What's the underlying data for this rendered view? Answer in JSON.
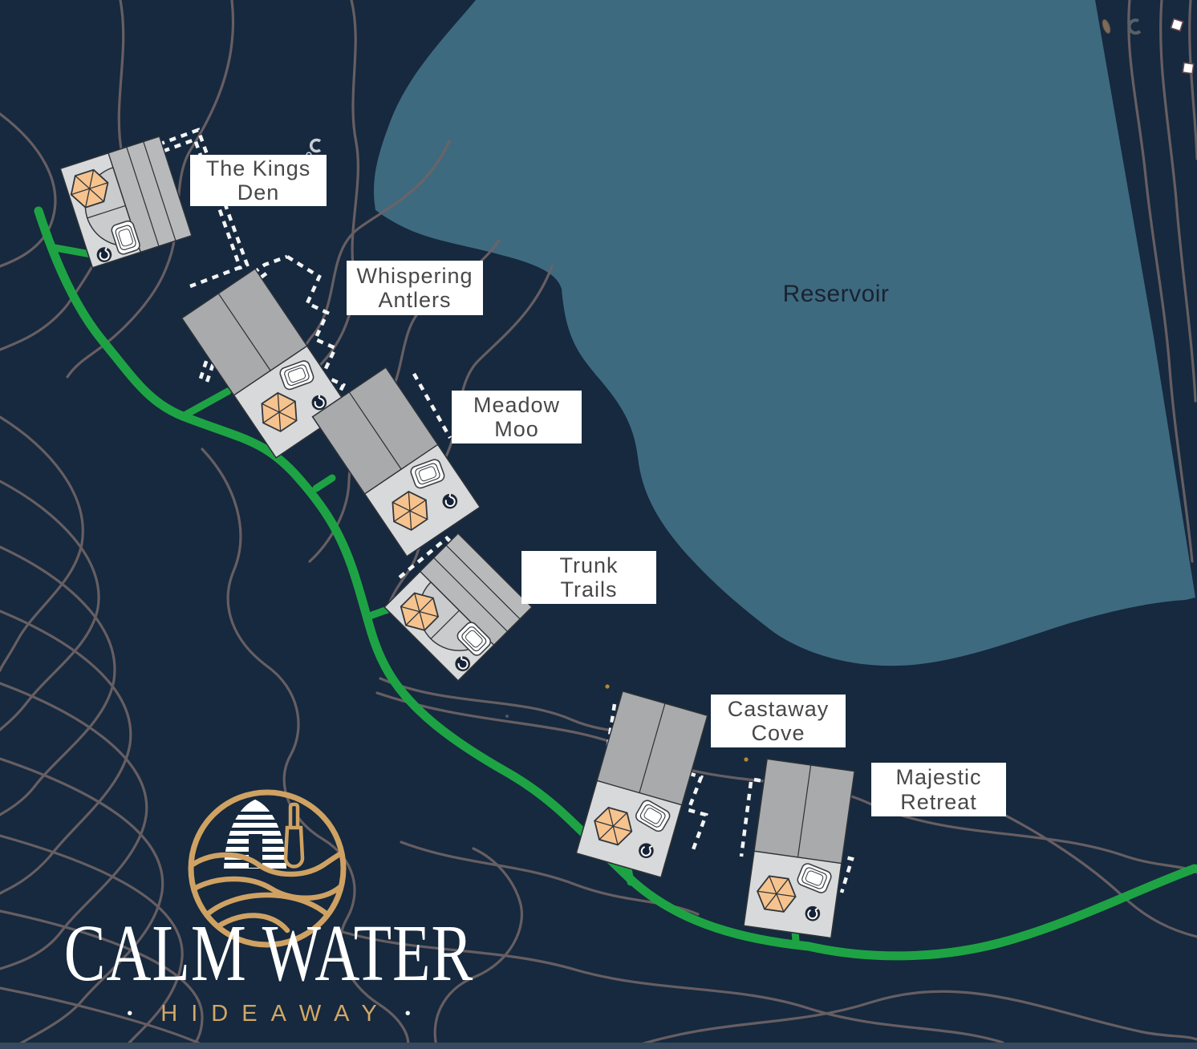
{
  "page": {
    "background_color": "#16293e",
    "water_color": "#3e6a80",
    "contour_color": "#6e6366",
    "road_color": "#1ea344",
    "gold_color": "#cfa263",
    "umbrella_color": "#f6c38e",
    "label_box_color": "#ffffff",
    "label_text_color": "#484848"
  },
  "labels": {
    "reservoir": "Reservoir"
  },
  "cabins": [
    {
      "name": "The Kings Den",
      "line1": "The Kings",
      "line2": "Den"
    },
    {
      "name": "Whispering Antlers",
      "line1": "Whispering",
      "line2": "Antlers"
    },
    {
      "name": "Meadow Moo",
      "line1": "Meadow",
      "line2": "Moo"
    },
    {
      "name": "Trunk Trails",
      "line1": "Trunk",
      "line2": "Trails"
    },
    {
      "name": "Castaway Cove",
      "line1": "Castaway",
      "line2": "Cove"
    },
    {
      "name": "Majestic Retreat",
      "line1": "Majestic",
      "line2": "Retreat"
    }
  ],
  "logo": {
    "title": "CALM WATER",
    "subtitle": "HIDEAWAY",
    "dot": "•"
  }
}
